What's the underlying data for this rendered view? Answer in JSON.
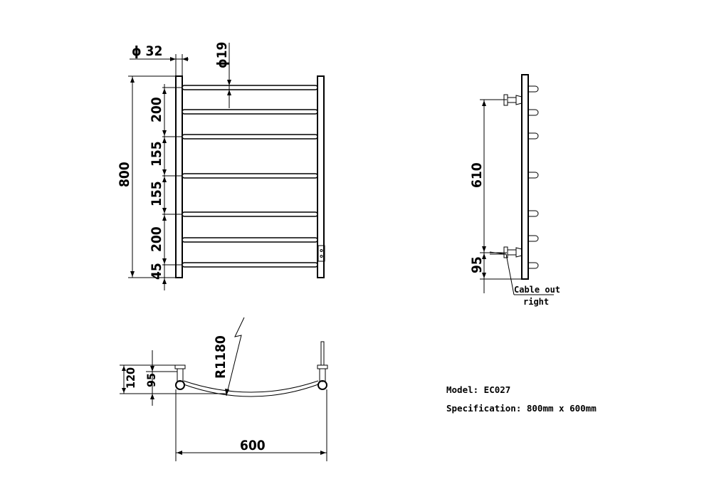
{
  "front_view": {
    "dia_rail": "ϕ 32",
    "dia_bar": "ϕ19",
    "overall_height": "800",
    "spacing": [
      "200",
      "155",
      "155",
      "200",
      "45"
    ]
  },
  "side_view": {
    "mount_spacing": "610",
    "bottom_offset": "95",
    "cable_note_line1": "Cable out",
    "cable_note_line2": "right"
  },
  "top_view": {
    "radius": "R1180",
    "depth_outer": "120",
    "depth_inner": "95",
    "width": "600"
  },
  "spec": {
    "model": "Model: EC027",
    "specification": "Specification: 800mm x 600mm"
  }
}
